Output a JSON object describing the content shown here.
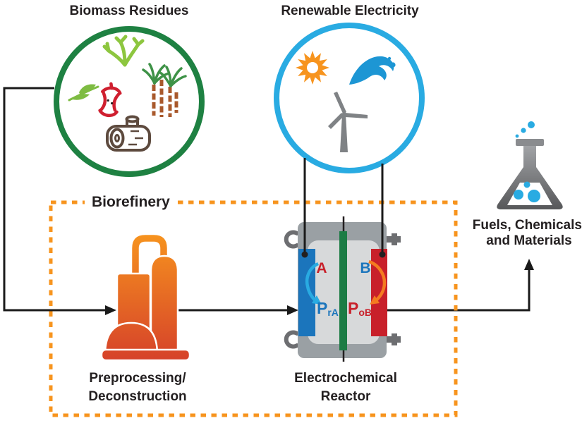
{
  "diagram": {
    "titles": {
      "biomass": "Biomass Residues",
      "renewable": "Renewable Electricity",
      "biorefinery": "Biorefinery"
    },
    "captions": {
      "preprocessing": [
        "Preprocessing/",
        "Deconstruction"
      ],
      "reactor": [
        "Electrochemical",
        "Reactor"
      ],
      "output": [
        "Fuels, Chemicals,",
        "and Materials"
      ]
    },
    "reactor_labels": {
      "reactant_left": "A",
      "reactant_right": "B",
      "product_left_main": "P",
      "product_left_sub": "rA",
      "product_right_main": "P",
      "product_right_sub": "oB"
    },
    "icons": [
      "seaweed-icon",
      "leaf-sprig-icon",
      "apple-core-icon",
      "sugarcane-icon",
      "log-icon",
      "sun-icon",
      "ocean-wave-icon",
      "wind-turbine-icon",
      "distillation-columns-icon",
      "electrochemical-cell-icon",
      "flask-icon"
    ],
    "colors": {
      "biomass_circle_green": "#1e8142",
      "renewable_circle_blue": "#29abe2",
      "biorefinery_orange": "#f7941e",
      "electrode_blue": "#1b75bc",
      "electrode_red": "#c8202a",
      "membrane_green": "#1c7c45",
      "reactor_gray": "#9aa0a4",
      "flask_gray_dark": "#58595b",
      "line_black": "#1a1a1a"
    }
  }
}
